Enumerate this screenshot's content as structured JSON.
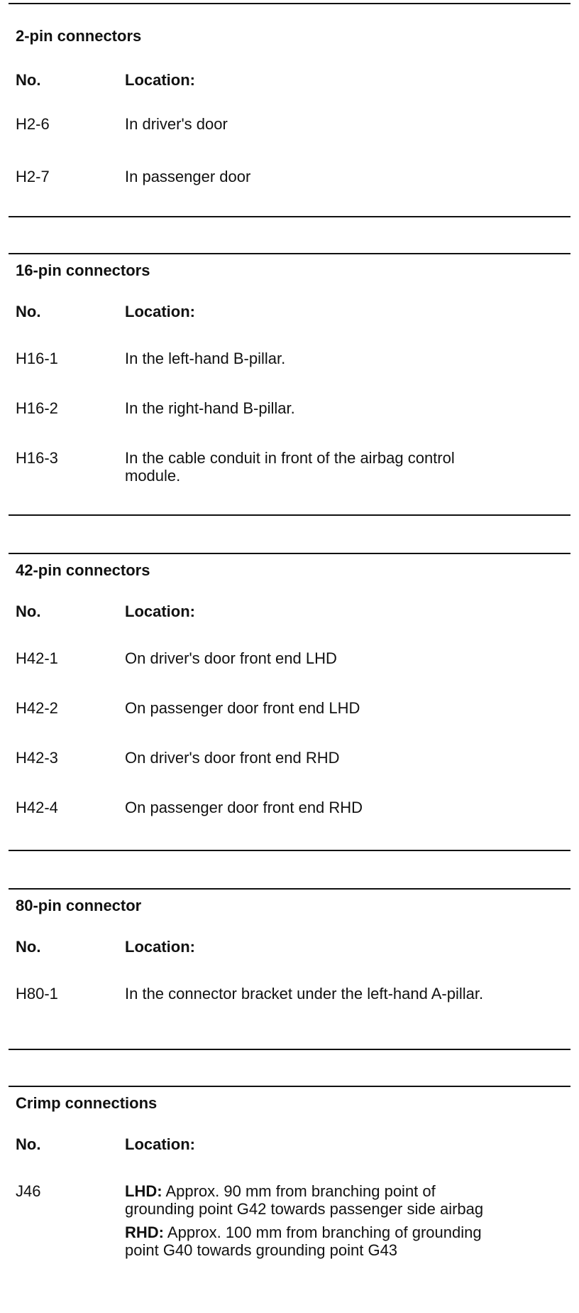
{
  "column_headers": {
    "no": "No.",
    "location": "Location:"
  },
  "sections": [
    {
      "title": "2-pin connectors",
      "rows": [
        {
          "no": "H2-6",
          "location": "In driver's door"
        },
        {
          "no": "H2-7",
          "location": "In passenger door"
        }
      ]
    },
    {
      "title": "16-pin connectors",
      "rows": [
        {
          "no": "H16-1",
          "location": "In the left-hand B-pillar."
        },
        {
          "no": "H16-2",
          "location": "In the right-hand B-pillar."
        },
        {
          "no": "H16-3",
          "location": "In the cable conduit in front of the airbag control module."
        }
      ]
    },
    {
      "title": "42-pin connectors",
      "rows": [
        {
          "no": "H42-1",
          "location": "On driver's door front end LHD"
        },
        {
          "no": "H42-2",
          "location": "On passenger door front end LHD"
        },
        {
          "no": "H42-3",
          "location": "On driver's door front end RHD"
        },
        {
          "no": "H42-4",
          "location": "On passenger door front end RHD"
        }
      ]
    },
    {
      "title": "80-pin connector",
      "rows": [
        {
          "no": "H80-1",
          "location": "In the connector bracket under the left-hand A-pillar."
        }
      ]
    },
    {
      "title": "Crimp connections",
      "rows": [
        {
          "no": "J46",
          "lhd_label": "LHD:",
          "lhd_text": "Approx. 90 mm from branching point of grounding point G42 towards passenger side airbag",
          "rhd_label": "RHD:",
          "rhd_text": "Approx. 100 mm from branching of grounding point G40 towards grounding point G43"
        }
      ]
    }
  ]
}
